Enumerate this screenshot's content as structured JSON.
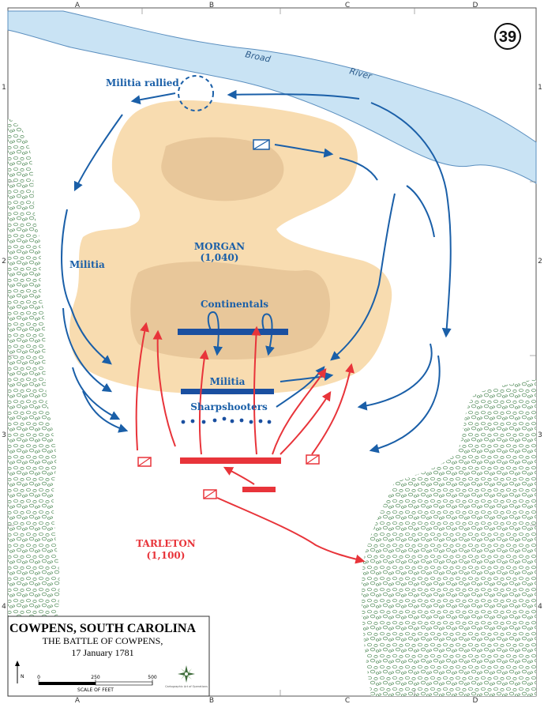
{
  "map_number": "39",
  "grid": {
    "columns": [
      "A",
      "B",
      "C",
      "D"
    ],
    "rows": [
      "1",
      "2",
      "3",
      "4"
    ]
  },
  "river": {
    "label_word1": "Broad",
    "label_word2": "River"
  },
  "labels": {
    "militia_rallied": "Militia rallied",
    "militia_left": "Militia",
    "morgan": "MORGAN",
    "morgan_strength": "(1,040)",
    "continentals": "Continentals",
    "militia_center": "Militia",
    "sharpshooters": "Sharpshooters",
    "tarleton": "TARLETON",
    "tarleton_strength": "(1,100)"
  },
  "legend": {
    "title": "COWPENS, SOUTH CAROLINA",
    "subtitle": "THE BATTLE OF COWPENS,",
    "date": "17 January 1781",
    "north": "N",
    "scale_ticks": [
      "0",
      "250",
      "500"
    ],
    "scale_label": "SCALE OF FEET",
    "credit_line1": "Cartographic Art of Operations",
    "credit_line2": "",
    "credit_line3": ""
  },
  "colors": {
    "american": "#1a5fa8",
    "british": "#e8343a",
    "river": "#c9e3f4",
    "hill_light": "#f8dcb0",
    "hill_dark": "#e8c79a",
    "woods": "#4f8a57"
  }
}
